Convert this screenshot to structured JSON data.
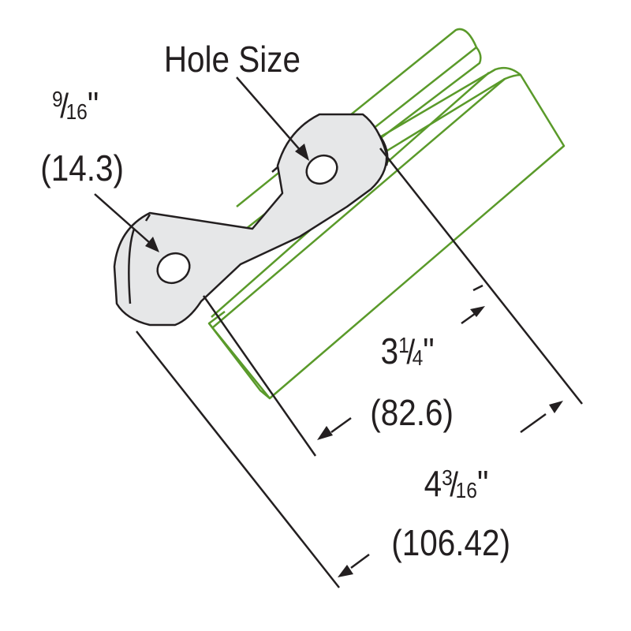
{
  "diagram": {
    "hole_label": "Hole Size",
    "hole_dim": {
      "num": "9",
      "den": "16",
      "unit": "\"",
      "metric": "(14.3)"
    },
    "width_dim": {
      "whole": "3",
      "num": "1",
      "den": "4",
      "unit": "\"",
      "metric": "(82.6)"
    },
    "length_dim": {
      "whole": "4",
      "num": "3",
      "den": "16",
      "unit": "\"",
      "metric": "(106.42)"
    },
    "colors": {
      "channel": "#5a9a2a",
      "bracket_fill": "#e6e7e8",
      "bracket_stroke": "#231f20",
      "dimension": "#231f20"
    }
  }
}
